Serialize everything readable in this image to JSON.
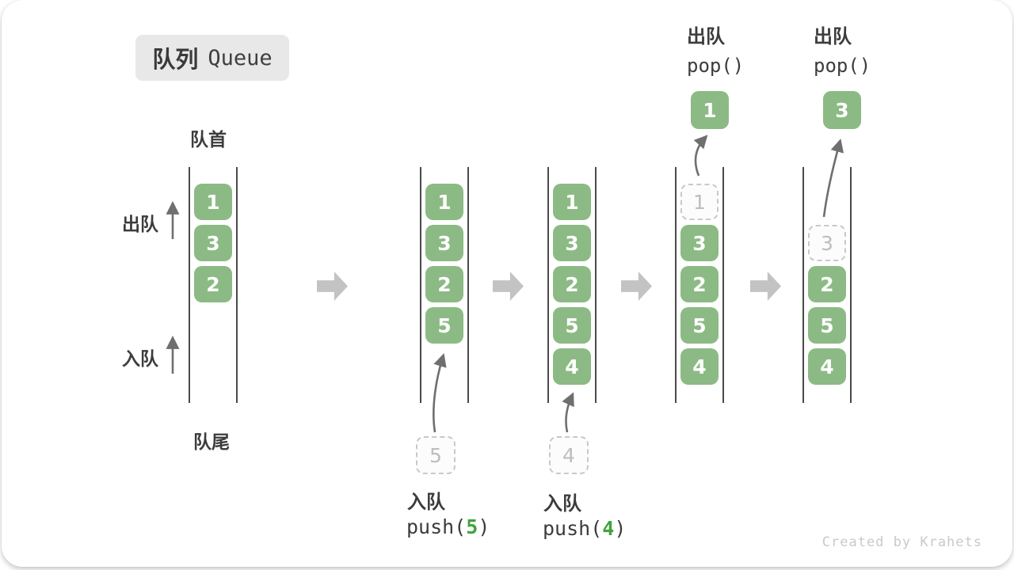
{
  "title": {
    "zh": "队列",
    "en": "Queue"
  },
  "side_labels": {
    "front": "队首",
    "rear": "队尾",
    "dequeue": "出队",
    "enqueue": "入队"
  },
  "channels": [
    {
      "name": "state-1",
      "slots": [
        {
          "value": "1"
        },
        {
          "value": "3"
        },
        {
          "value": "2"
        }
      ]
    },
    {
      "name": "state-2",
      "slots": [
        {
          "value": "1"
        },
        {
          "value": "3"
        },
        {
          "value": "2"
        },
        {
          "value": "5"
        }
      ]
    },
    {
      "name": "state-3",
      "slots": [
        {
          "value": "1"
        },
        {
          "value": "3"
        },
        {
          "value": "2"
        },
        {
          "value": "5"
        },
        {
          "value": "4"
        }
      ]
    },
    {
      "name": "state-4",
      "slots": [
        {
          "value": "1",
          "ghost": true
        },
        {
          "value": "3"
        },
        {
          "value": "2"
        },
        {
          "value": "5"
        },
        {
          "value": "4"
        }
      ]
    },
    {
      "name": "state-5",
      "slots": [
        {
          "value": "3",
          "ghost": true
        },
        {
          "value": "2"
        },
        {
          "value": "5"
        },
        {
          "value": "4"
        }
      ]
    }
  ],
  "pop_ops": [
    {
      "label": "出队",
      "code": "pop()",
      "value": "1"
    },
    {
      "label": "出队",
      "code": "pop()",
      "value": "3"
    }
  ],
  "push_ops": [
    {
      "label": "入队",
      "fn_open": "push(",
      "arg": "5",
      "fn_close": ")",
      "staged_value": "5"
    },
    {
      "label": "入队",
      "fn_open": "push(",
      "arg": "4",
      "fn_close": ")",
      "staged_value": "4"
    }
  ],
  "credit": "Created by Krahets",
  "colors": {
    "box_green": "#8cba84",
    "code_arg_green": "#3fa43f",
    "ghost_border": "#c9c9c9",
    "block_arrow_gray": "#c3c3c3",
    "thin_arrow_gray": "#6f6f6f",
    "channel_line": "#4a4a4a",
    "badge_bg": "#e8e8e8",
    "text_dark": "#3a3a3a"
  }
}
